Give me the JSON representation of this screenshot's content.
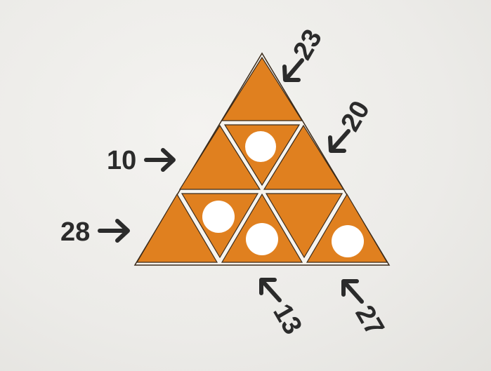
{
  "puzzle": {
    "clues": {
      "top_right": "23",
      "middle_right": "20",
      "middle_left": "10",
      "bottom_left": "28",
      "bottom_center": "13",
      "bottom_right": "27"
    },
    "tile_color": "#e0801f",
    "circle_color": "#ffffff",
    "text_color": "#2b2b2b"
  }
}
